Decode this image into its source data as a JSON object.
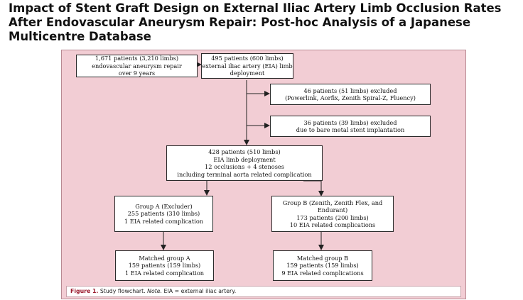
{
  "title": {
    "line1": "Impact of Stent Graft Design on External Iliac Artery Limb Occlusion Rates",
    "line2": "After Endovascular Aneurysm Repair: Post-hoc Analysis of a Japanese",
    "line3": "Multicentre Database"
  },
  "boxes": {
    "start": [
      "1,671 patients (3,210 limbs)",
      "endovascular aneurysm repair",
      "over 9 years"
    ],
    "eia": [
      "495 patients (600 limbs)",
      "external iliac artery (EIA) limb",
      "deployment"
    ],
    "excluded1": [
      "46 patients (51 limbs) excluded",
      "(Powerlink, Aorfix, Zenith Spiral-Z, Fluency)"
    ],
    "excluded2": [
      "36 patients (39 limbs) excluded",
      "due to bare metal stent implantation"
    ],
    "included": [
      "428 patients (510 limbs)",
      "EIA limb deployment",
      "12 occlusions + 4 stenoses",
      "including terminal aorta related complication"
    ],
    "group_a": [
      "Group A (Excluder)",
      "255 patients (310 limbs)",
      "1 EIA related complication"
    ],
    "group_b": [
      "Group B (Zenith, Zenith Flex, and",
      "Endurant)",
      "173 patients (200 limbs)",
      "10 EIA related complications"
    ],
    "matched_a": [
      "Matched group A",
      "159 patients (159 limbs)",
      "1 EIA related complication"
    ],
    "matched_b": [
      "Matched group B",
      "159 patients (159 limbs)",
      "9 EIA related complications"
    ]
  },
  "caption": {
    "label": "Figure 1.",
    "text": " Study flowchart. ",
    "note_label": "Note.",
    "note_text": " EIA = external iliac artery."
  },
  "colors": {
    "figure_background": "#f2cdd4",
    "caption_label": "#9b1b2e"
  }
}
